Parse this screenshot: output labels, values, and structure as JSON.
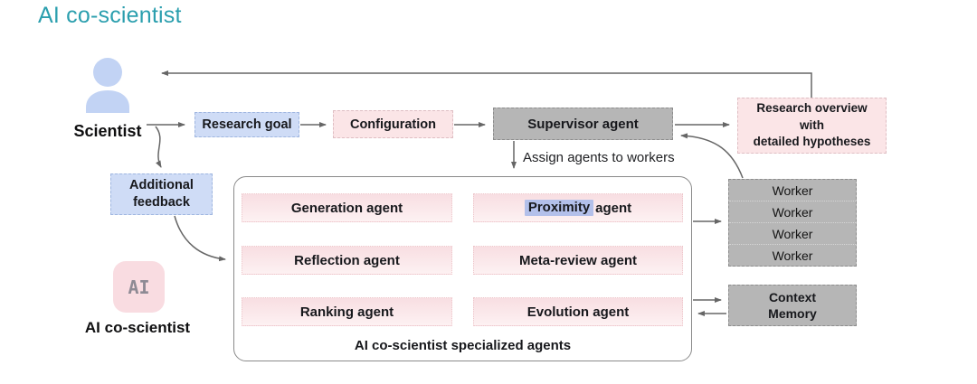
{
  "page": {
    "title": "AI co-scientist"
  },
  "scientist": {
    "label": "Scientist"
  },
  "ai": {
    "icon_text": "AI",
    "label": "AI co-scientist"
  },
  "flow": {
    "research_goal": "Research goal",
    "configuration": "Configuration",
    "supervisor_agent": "Supervisor agent",
    "research_overview_lines": [
      "Research overview",
      "with",
      "detailed hypotheses"
    ],
    "additional_feedback_lines": [
      "Additional",
      "feedback"
    ],
    "assign_label": "Assign agents to workers"
  },
  "agents": {
    "generation": "Generation agent",
    "proximity_highlight": "Proximity",
    "proximity_rest": " agent",
    "reflection": "Reflection agent",
    "meta_review": "Meta-review agent",
    "ranking": "Ranking agent",
    "evolution": "Evolution agent",
    "container_label": "AI co-scientist specialized agents"
  },
  "workers": {
    "rows": [
      "Worker",
      "Worker",
      "Worker",
      "Worker"
    ]
  },
  "context_memory": {
    "lines": [
      "Context",
      "Memory"
    ]
  },
  "colors": {
    "accent_teal": "#2b9fae",
    "box_blue": "#cfdcf6",
    "box_pink": "#fbe5e7",
    "box_gray": "#b6b6b6",
    "agent_pink_top": "#f8dee2",
    "highlight_blue": "#b3c0ea",
    "arrow_gray": "#666666",
    "arrow_red": "#ab3a33",
    "person_icon_blue": "#c2d3f4"
  }
}
